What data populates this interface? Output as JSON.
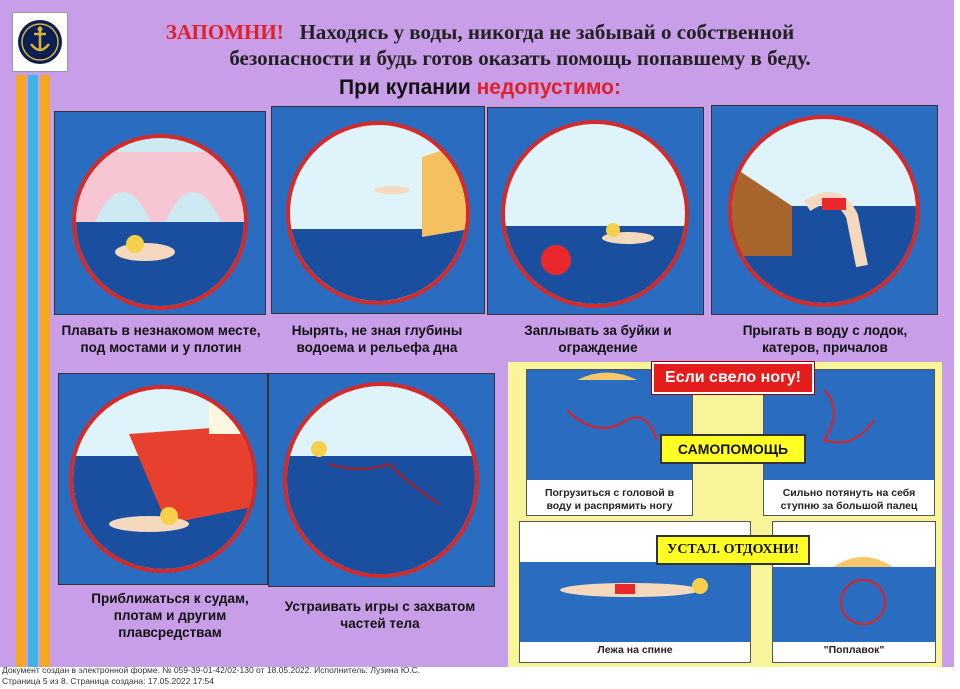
{
  "header": {
    "remember": "ЗАПОМНИ!",
    "line1": "Находясь у воды, никогда не забывай о собственной",
    "line2": "безопасности и будь готов оказать помощь попавшему в беду.",
    "sub_prefix": "При купании",
    "sub_red": "недопустимо:"
  },
  "panels": [
    {
      "caption": [
        "Плавать в незнакомом месте,",
        "под мостами и у плотин"
      ]
    },
    {
      "caption": [
        "Нырять, не зная глубины",
        "водоема и рельефа дна"
      ]
    },
    {
      "caption": [
        "Заплывать за буйки и",
        "ограждение"
      ]
    },
    {
      "caption": [
        "Прыгать в воду с лодок,",
        "катеров, причалов"
      ]
    },
    {
      "caption": [
        "Приближаться к судам,",
        "плотам и другим",
        "плавсредствам"
      ]
    },
    {
      "caption": [
        "Устраивать игры с захватом",
        "частей тела"
      ]
    }
  ],
  "selfhelp": {
    "cramp_title": "Если свело ногу!",
    "samopomosh": "САМОПОМОЩЬ",
    "tired": "УСТАЛ. ОТДОХНИ!",
    "p1": [
      "Погрузиться с головой в",
      "воду и распрямить ногу"
    ],
    "p2": [
      "Сильно потянуть на себя",
      "ступню за большой палец"
    ],
    "p3": "Лежа на спине",
    "p4": "\"Поплавок\""
  },
  "footer": {
    "line1": "Документ создан в электронной форме. № 059-39-01-42/02-130 от 18.05.2022. Исполнитель: Лузина Ю.С.",
    "line2": "Страница 5 из 8. Страница создана: 17.05.2022 17:54"
  },
  "colors": {
    "background": "#c89ee8",
    "water": "#1f5fb0",
    "accent_red": "#e0202a",
    "label_yellow": "#ffff26"
  }
}
